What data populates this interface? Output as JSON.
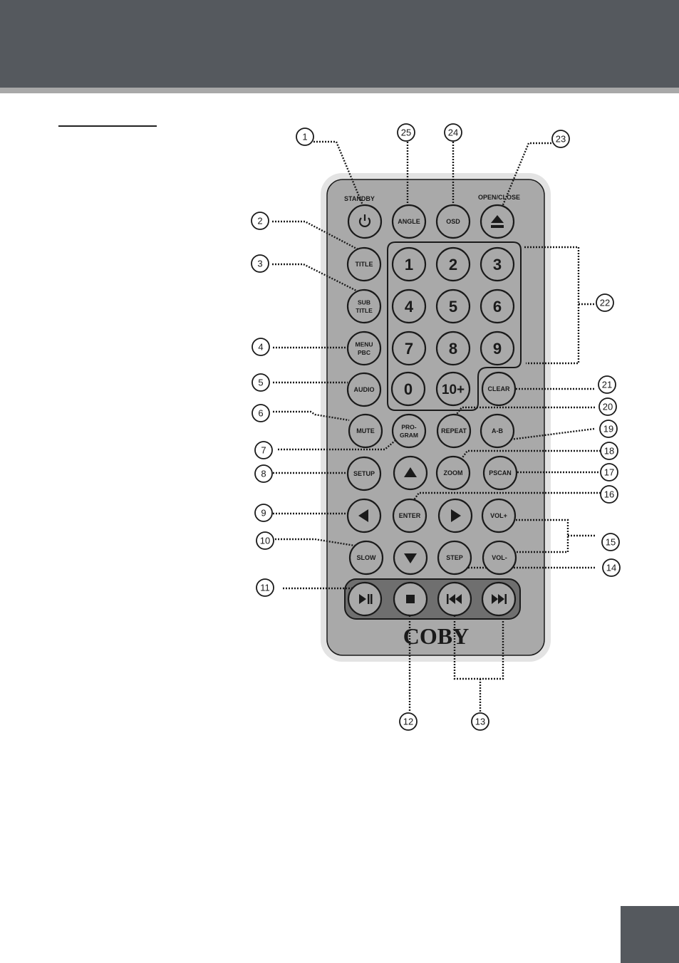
{
  "brand": "COBY",
  "colors": {
    "header": "#55595e",
    "stripe": "#a8a8a8",
    "remote_outer": "#e3e3e3",
    "remote_body": "#a9a9a9",
    "button": "#a9a9a9",
    "outline": "#1a1a1a"
  },
  "labels": {
    "standby": "STANDBY",
    "open_close": "OPEN/CLOSE"
  },
  "buttons": [
    {
      "id": "standby",
      "icon": "power-icon",
      "text": []
    },
    {
      "id": "angle",
      "text": [
        "ANGLE"
      ]
    },
    {
      "id": "osd",
      "text": [
        "OSD"
      ]
    },
    {
      "id": "open-close",
      "icon": "eject-icon",
      "text": []
    },
    {
      "id": "title",
      "text": [
        "TITLE"
      ]
    },
    {
      "id": "subtitle",
      "text": [
        "SUB",
        "TITLE"
      ]
    },
    {
      "id": "menu-pbc",
      "text": [
        "MENU",
        "PBC"
      ]
    },
    {
      "id": "audio",
      "text": [
        "AUDIO"
      ]
    },
    {
      "id": "mute",
      "text": [
        "MUTE"
      ]
    },
    {
      "id": "program",
      "text": [
        "PRO-",
        "GRAM"
      ]
    },
    {
      "id": "repeat",
      "text": [
        "REPEAT"
      ]
    },
    {
      "id": "a-b",
      "text": [
        "A-B"
      ]
    },
    {
      "id": "setup",
      "text": [
        "SETUP"
      ]
    },
    {
      "id": "up",
      "icon": "arrow-up-icon",
      "text": []
    },
    {
      "id": "zoom",
      "text": [
        "ZOOM"
      ]
    },
    {
      "id": "pscan",
      "text": [
        "PSCAN"
      ]
    },
    {
      "id": "left",
      "icon": "arrow-left-icon",
      "text": []
    },
    {
      "id": "enter",
      "text": [
        "ENTER"
      ]
    },
    {
      "id": "right",
      "icon": "arrow-right-icon",
      "text": []
    },
    {
      "id": "vol-up",
      "text": [
        "VOL+"
      ]
    },
    {
      "id": "slow",
      "text": [
        "SLOW"
      ]
    },
    {
      "id": "down",
      "icon": "arrow-down-icon",
      "text": []
    },
    {
      "id": "step",
      "text": [
        "STEP"
      ]
    },
    {
      "id": "vol-down",
      "text": [
        "VOL-"
      ]
    },
    {
      "id": "clear",
      "text": [
        "CLEAR"
      ]
    },
    {
      "id": "num-1",
      "text": [
        "1"
      ],
      "numeric": true
    },
    {
      "id": "num-2",
      "text": [
        "2"
      ],
      "numeric": true
    },
    {
      "id": "num-3",
      "text": [
        "3"
      ],
      "numeric": true
    },
    {
      "id": "num-4",
      "text": [
        "4"
      ],
      "numeric": true
    },
    {
      "id": "num-5",
      "text": [
        "5"
      ],
      "numeric": true
    },
    {
      "id": "num-6",
      "text": [
        "6"
      ],
      "numeric": true
    },
    {
      "id": "num-7",
      "text": [
        "7"
      ],
      "numeric": true
    },
    {
      "id": "num-8",
      "text": [
        "8"
      ],
      "numeric": true
    },
    {
      "id": "num-9",
      "text": [
        "9"
      ],
      "numeric": true
    },
    {
      "id": "num-0",
      "text": [
        "0"
      ],
      "numeric": true
    },
    {
      "id": "num-10plus",
      "text": [
        "10+"
      ],
      "numeric": true
    },
    {
      "id": "play-pause",
      "icon": "play-pause-icon",
      "text": []
    },
    {
      "id": "stop",
      "icon": "stop-icon",
      "text": []
    },
    {
      "id": "prev",
      "icon": "skip-back-icon",
      "text": []
    },
    {
      "id": "next",
      "icon": "skip-forward-icon",
      "text": []
    }
  ],
  "callouts": [
    "1",
    "2",
    "3",
    "4",
    "5",
    "6",
    "7",
    "8",
    "9",
    "10",
    "11",
    "12",
    "13",
    "14",
    "15",
    "16",
    "17",
    "18",
    "19",
    "20",
    "21",
    "22",
    "23",
    "24",
    "25"
  ]
}
